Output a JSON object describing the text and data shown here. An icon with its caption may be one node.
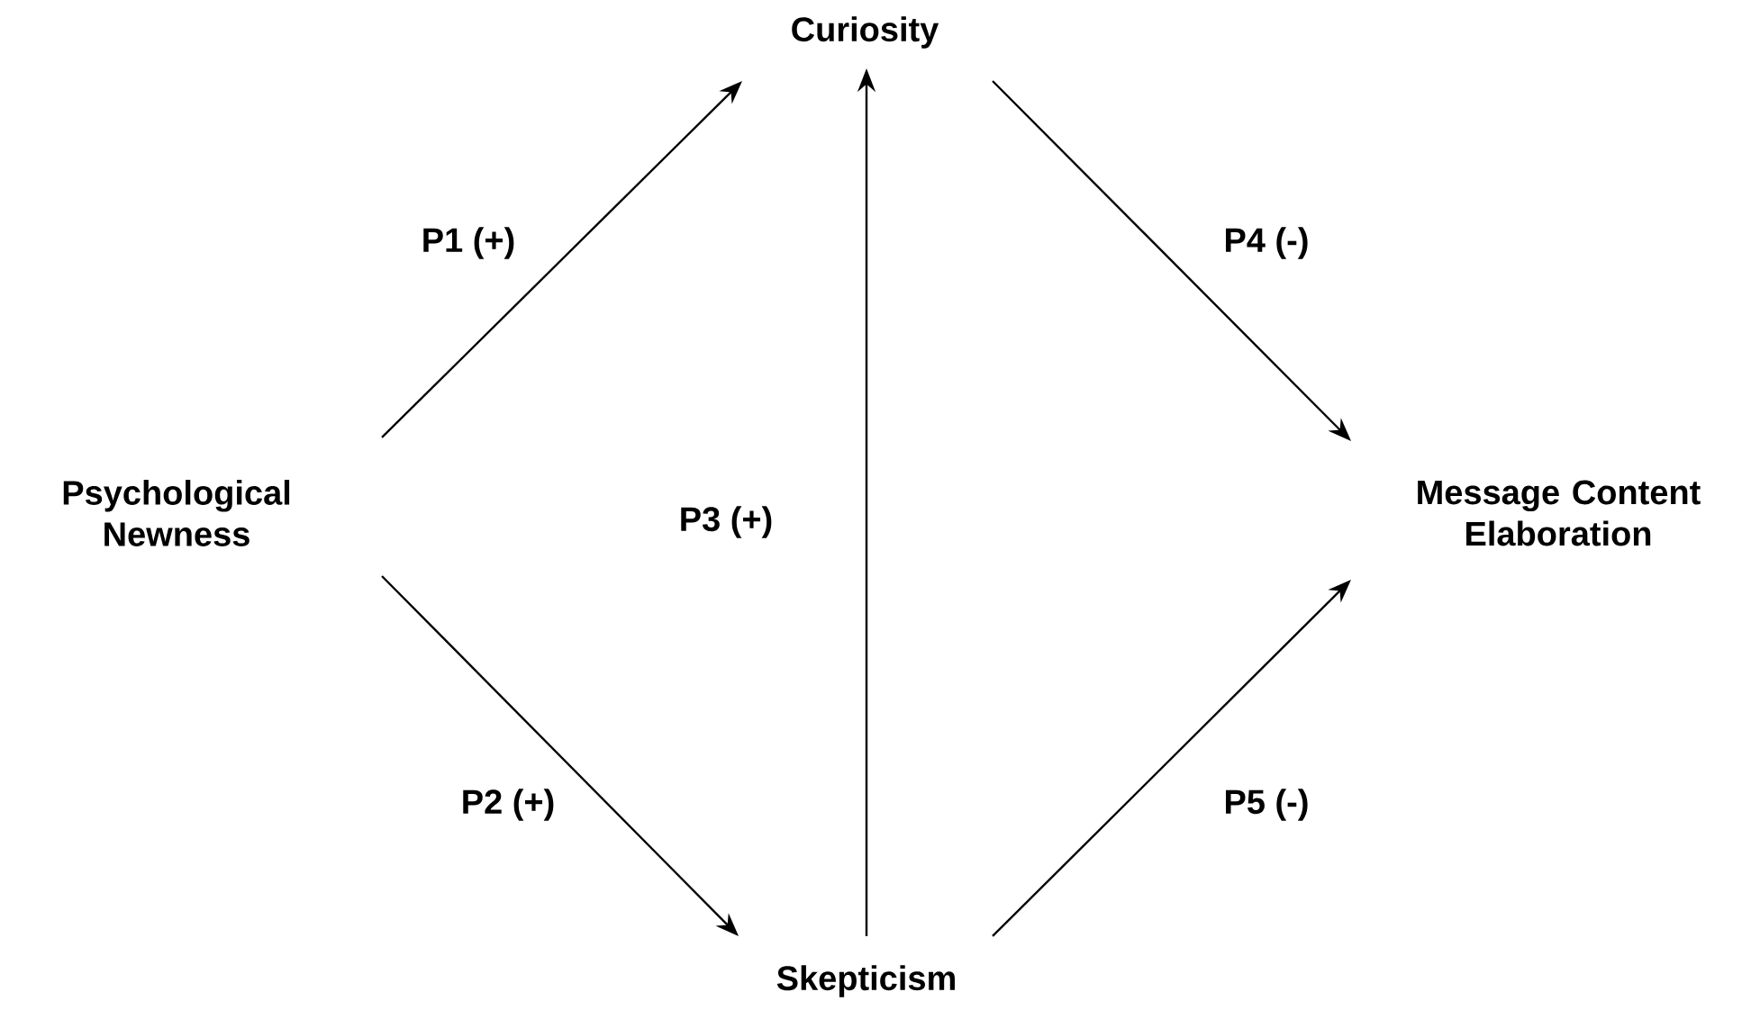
{
  "diagram": {
    "nodes": [
      {
        "text": [
          "Psychological Newness"
        ]
      },
      {
        "text": [
          "Curiosity"
        ]
      },
      {
        "text": [
          "Skepticism"
        ]
      },
      {
        "text": [
          "Message Content Elaboration"
        ]
      }
    ],
    "edges": [
      {
        "from": 0,
        "to": 1,
        "arrow": "to",
        "label": "P1 (+)"
      },
      {
        "from": 0,
        "to": 2,
        "arrow": "to",
        "label": "P2 (+)"
      },
      {
        "from": 2,
        "to": 1,
        "arrow": "to",
        "label": "P3 (+)"
      },
      {
        "from": 1,
        "to": 3,
        "arrow": "to",
        "label": "P4 (-)"
      },
      {
        "from": 2,
        "to": 3,
        "arrow": "to",
        "label": "P5 (-)"
      }
    ]
  }
}
